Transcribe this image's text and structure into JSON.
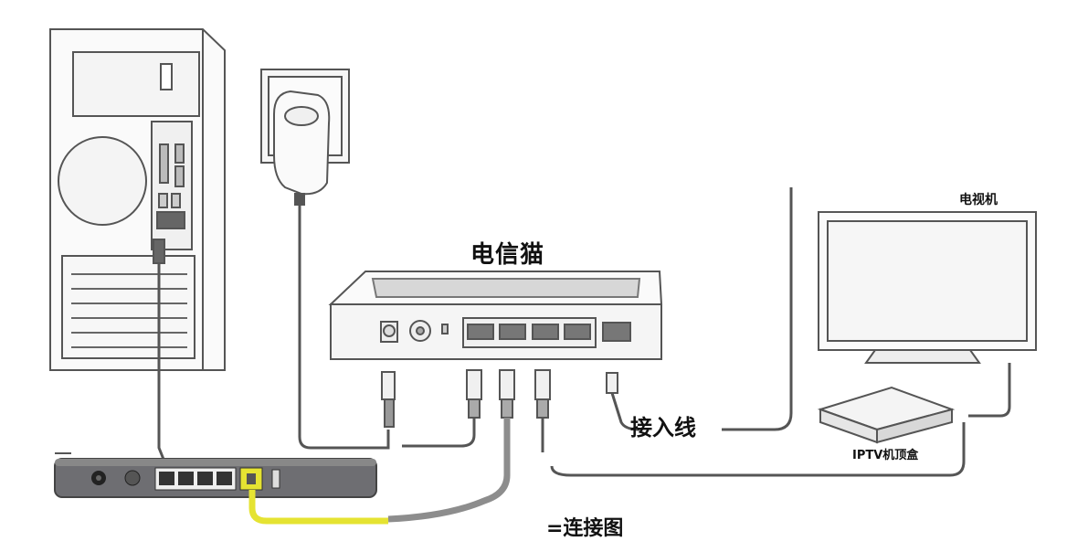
{
  "labels": {
    "modem": "电信猫",
    "tv": "电视机",
    "incoming_line": "接入线",
    "iptv_box": "IPTV机顶盒",
    "caption": "=连接图"
  },
  "colors": {
    "line": "#555555",
    "device_fill": "#f4f4f4",
    "router_body": "#6e6e72",
    "yellow_cable": "#e5e332",
    "gray_cable": "#8d8d8d"
  },
  "icons": [
    "power-adapter-icon",
    "ethernet-port-icon",
    "cable-plug-icon"
  ]
}
